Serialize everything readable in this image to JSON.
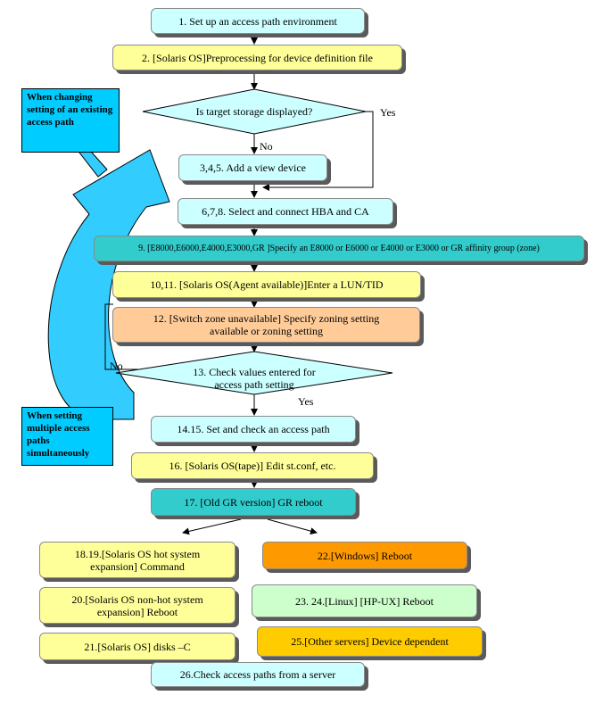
{
  "steps": {
    "s1": "1. Set up an access path environment",
    "s2": "2. [Solaris OS]Preprocessing for device definition file",
    "d1": "Is target storage displayed?",
    "s345": "3,4,5. Add a view device",
    "s678": "6,7,8. Select and connect HBA and CA",
    "s9": "9. [E8000,E6000,E4000,E3000,GR ]Specify an E8000 or E6000 or E4000 or E3000 or GR affinity group (zone)",
    "s1011": "10,11. [Solaris OS(Agent available)]Enter a LUN/TID",
    "s12": "12. [Switch zone unavailable] Specify zoning setting\navailable or zoning setting",
    "d13": "13. Check values entered for\naccess path setting",
    "s1415": "14.15. Set and check an access path",
    "s16": "16. [Solaris OS(tape)] Edit st.conf, etc.",
    "s17": "17. [Old GR version] GR reboot",
    "s1819": "18.19.[Solaris OS hot system\nexpansion] Command",
    "s20": "20.[Solaris OS non-hot system\nexpansion] Reboot",
    "s21": "21.[Solaris OS] disks –C",
    "s22": "22.[Windows]    Reboot",
    "s2324": "23. 24.[Linux] [HP-UX]    Reboot",
    "s25": "25.[Other servers] Device dependent",
    "s26": "26.Check access paths from a server"
  },
  "labels": {
    "yes1": "Yes",
    "no1": "No",
    "no2": "No",
    "yes2": "Yes"
  },
  "notes": {
    "changing": "When    changing setting of an existing access path",
    "multiple": "When setting multiple access paths simultaneously"
  },
  "colors": {
    "cyan": "#ccffff",
    "yellow": "#ffff99",
    "teal": "#33cccc",
    "peach": "#ffcc99",
    "orange": "#ff9900",
    "green": "#ccffcc",
    "gold": "#ffcc00",
    "note_blue": "#00ccff"
  }
}
